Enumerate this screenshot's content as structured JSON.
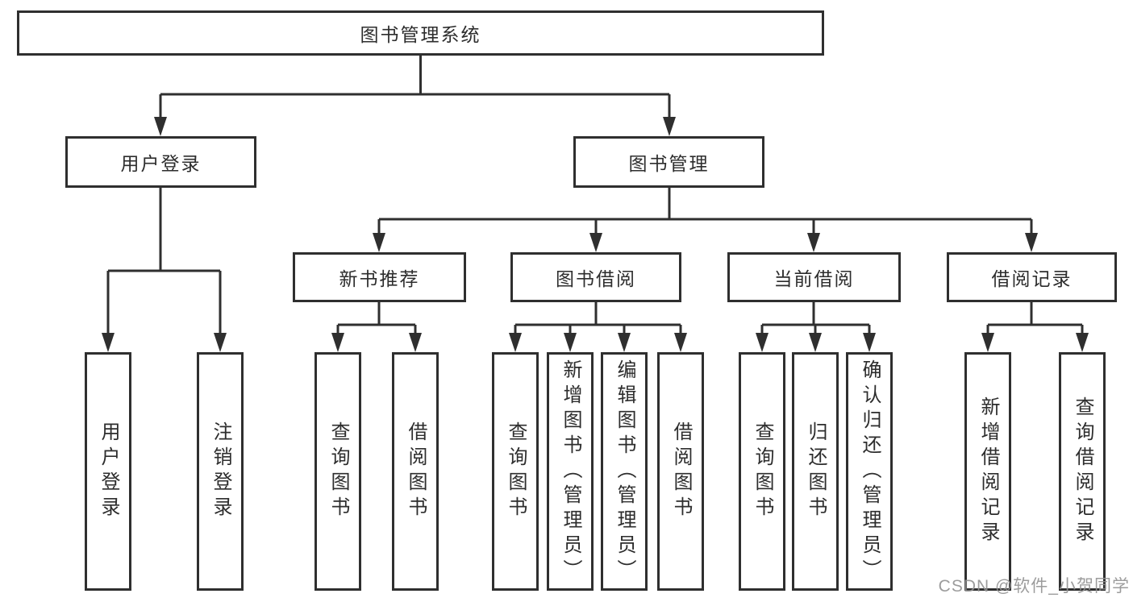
{
  "tree": {
    "root": {
      "label": "图书管理系统",
      "children": [
        {
          "label": "用户登录",
          "children": [
            {
              "label": "用户登录"
            },
            {
              "label": "注销登录"
            }
          ]
        },
        {
          "label": "图书管理",
          "children": [
            {
              "label": "新书推荐",
              "children": [
                {
                  "label": "查询图书"
                },
                {
                  "label": "借阅图书"
                }
              ]
            },
            {
              "label": "图书借阅",
              "children": [
                {
                  "label": "查询图书"
                },
                {
                  "label": "新增图书（管理员）"
                },
                {
                  "label": "编辑图书（管理员）"
                },
                {
                  "label": "借阅图书"
                }
              ]
            },
            {
              "label": "当前借阅",
              "children": [
                {
                  "label": "查询图书"
                },
                {
                  "label": "归还图书"
                },
                {
                  "label": "确认归还（管理员）"
                }
              ]
            },
            {
              "label": "借阅记录",
              "children": [
                {
                  "label": "新增借阅记录"
                },
                {
                  "label": "查询借阅记录"
                }
              ]
            }
          ]
        }
      ]
    }
  },
  "watermark": {
    "text": "CSDN @软件_小贺同学"
  },
  "colors": {
    "line": "#2f2f2f",
    "box_border": "#2f2f2f",
    "text": "#2d2d2d",
    "background": "#ffffff",
    "watermark": "#949494"
  }
}
